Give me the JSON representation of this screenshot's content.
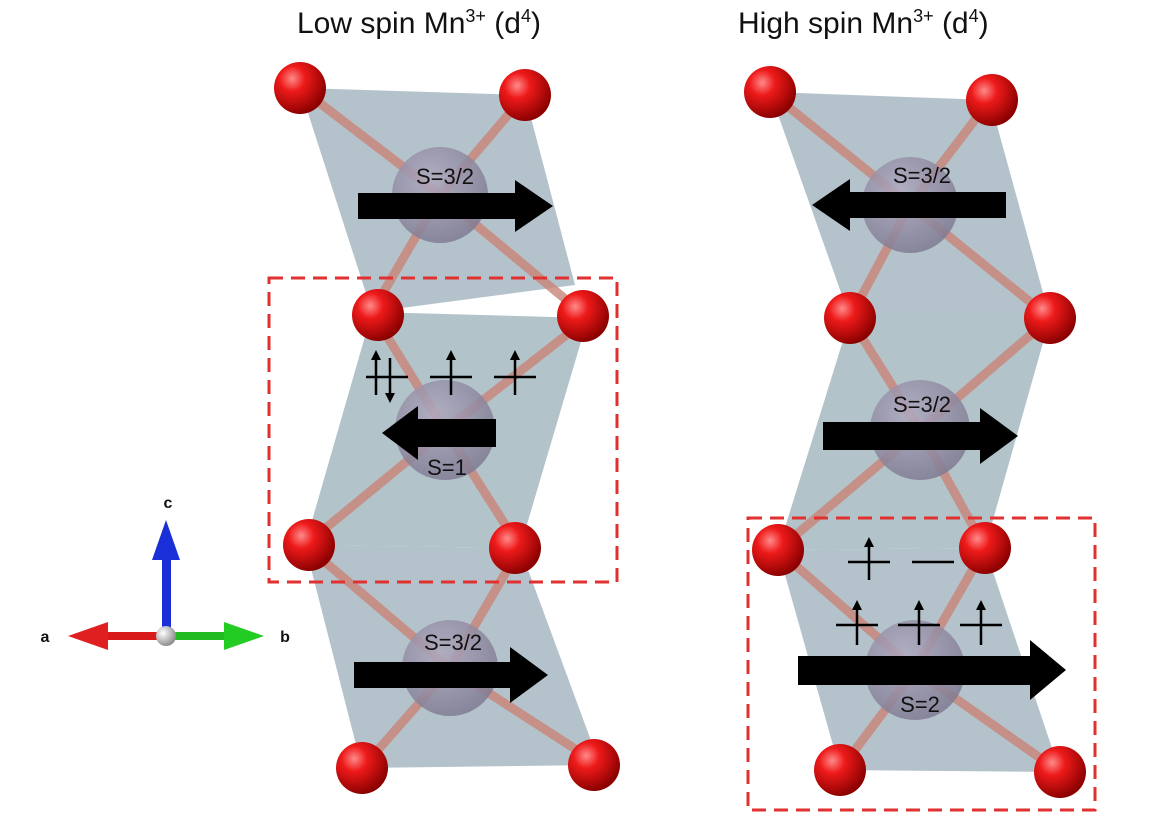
{
  "left_panel": {
    "title_main": "Low spin Mn",
    "title_sup": "3+",
    "title_config_open": " (d",
    "title_config_sup": "4",
    "title_config_close": ")",
    "spins": [
      "S=3/2",
      "S=1",
      "S=3/2"
    ],
    "spin_directions": [
      "right",
      "left",
      "right"
    ],
    "orbital_filling": [
      "up-down",
      "up",
      "up"
    ]
  },
  "right_panel": {
    "title_main": "High spin Mn",
    "title_sup": "3+",
    "title_config_open": " (d",
    "title_config_sup": "4",
    "title_config_close": ")",
    "spins": [
      "S=3/2",
      "S=3/2",
      "S=2"
    ],
    "spin_directions": [
      "left",
      "right",
      "right"
    ],
    "eg_filling": [
      "up",
      "empty"
    ],
    "t2g_filling": [
      "up",
      "up",
      "up"
    ]
  },
  "axes": {
    "a": "a",
    "b": "b",
    "c": "c"
  },
  "colors": {
    "oxygen": "#e01010",
    "octahedron": "#9fb3bc",
    "mn": "#8f8aa0",
    "bond": "#c97a6e",
    "highlight_box": "#e03030",
    "axis_a": "#e02020",
    "axis_b": "#22cc22",
    "axis_c": "#1a2fd8"
  }
}
